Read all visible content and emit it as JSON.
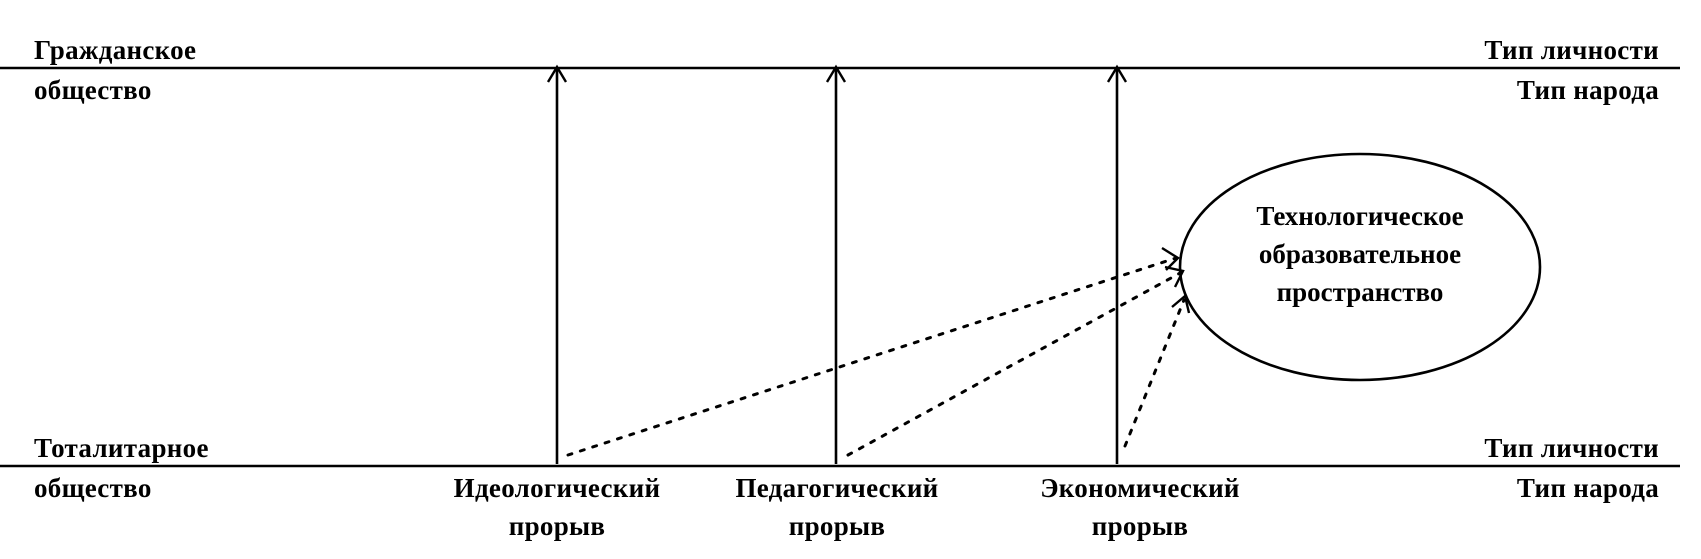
{
  "top": {
    "left_line1": "Гражданское",
    "left_line2": "общество",
    "right_line1": "Тип личности",
    "right_line2": "Тип народа"
  },
  "bottom": {
    "left_line1": "Тоталитарное",
    "left_line2": "общество",
    "right_line1": "Тип личности",
    "right_line2": "Тип народа"
  },
  "breakthroughs": [
    {
      "line1": "Идеологический",
      "line2": "прорыв"
    },
    {
      "line1": "Педагогический",
      "line2": "прорыв"
    },
    {
      "line1": "Экономический",
      "line2": "прорыв"
    }
  ],
  "space": {
    "line1": "Технологическое",
    "line2": "образовательное",
    "line3": "пространство"
  }
}
